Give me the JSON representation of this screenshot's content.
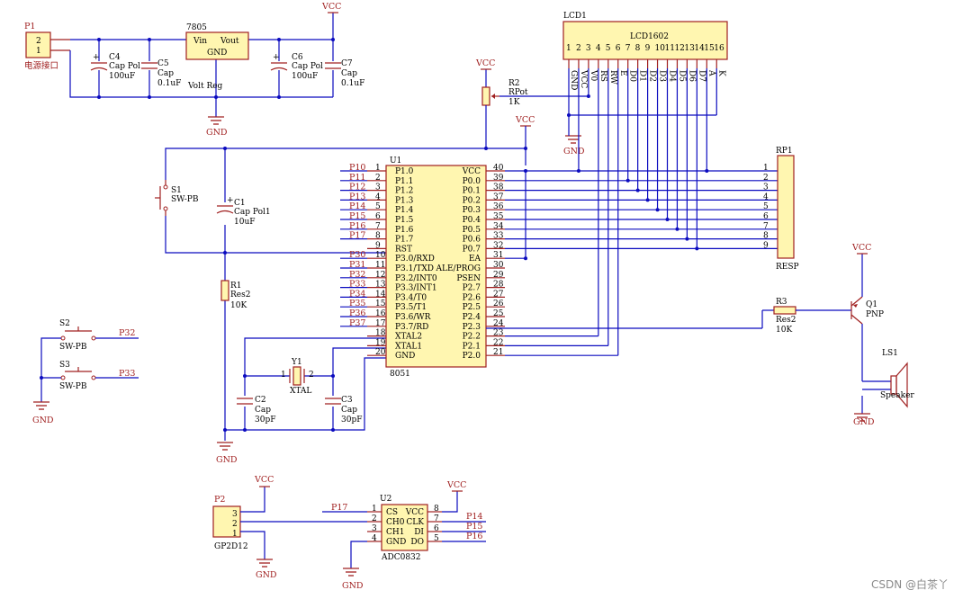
{
  "labels": {
    "p1_ref": "P1",
    "p1_name": "电源接口",
    "p1_pin2": "2",
    "p1_pin1": "1",
    "u7805_ref": "7805",
    "u7805_vin": "Vin",
    "u7805_vout": "Vout",
    "u7805_gnd": "GND",
    "u7805_name": "Volt Reg",
    "c4_ref": "C4",
    "c4_type": "Cap Pol1",
    "c4_val": "100uF",
    "c5_ref": "C5",
    "c5_type": "Cap",
    "c5_val": "0.1uF",
    "c6_ref": "C6",
    "c6_type": "Cap Pol1",
    "c6_val": "100uF",
    "c7_ref": "C7",
    "c7_type": "Cap",
    "c7_val": "0.1uF",
    "vcc": "VCC",
    "gnd": "GND",
    "lcd_ref": "LCD1",
    "lcd_name": "LCD1602",
    "lcd_pin_nums": [
      "1",
      "2",
      "3",
      "4",
      "5",
      "6",
      "7",
      "8",
      "9",
      "10",
      "11",
      "12",
      "13",
      "14",
      "15",
      "16"
    ],
    "lcd_pin_names": [
      "GND",
      "VCC",
      "V0",
      "RS",
      "RW",
      "E",
      "D0",
      "D1",
      "D2",
      "D3",
      "D4",
      "D5",
      "D6",
      "D7",
      "A",
      "K"
    ],
    "r2_ref": "R2",
    "r2_type": "RPot",
    "r2_val": "1K",
    "s1_ref": "S1",
    "s1_type": "SW-PB",
    "c1_ref": "C1",
    "c1_type": "Cap Pol1",
    "c1_val": "10uF",
    "r1_ref": "R1",
    "r1_type": "Res2",
    "r1_val": "10K",
    "y1_ref": "Y1",
    "y1_type": "XTAL",
    "y1_pin1": "1",
    "y1_pin2": "2",
    "c2_ref": "C2",
    "c2_type": "Cap",
    "c2_val": "30pF",
    "c3_ref": "C3",
    "c3_type": "Cap",
    "c3_val": "30pF",
    "s2_ref": "S2",
    "s2_type": "SW-PB",
    "s2_net": "P32",
    "s3_ref": "S3",
    "s3_type": "SW-PB",
    "s3_net": "P33",
    "u1_ref": "U1",
    "u1_name": "8051",
    "u1_left_nets": [
      "P10",
      "P11",
      "P12",
      "P13",
      "P14",
      "P15",
      "P16",
      "P17",
      "",
      "P30",
      "P31",
      "P32",
      "P33",
      "P34",
      "P35",
      "P36",
      "P37",
      "",
      "",
      ""
    ],
    "u1_left_nums": [
      "1",
      "2",
      "3",
      "4",
      "5",
      "6",
      "7",
      "8",
      "9",
      "10",
      "11",
      "12",
      "13",
      "14",
      "15",
      "16",
      "17",
      "18",
      "19",
      "20"
    ],
    "u1_left_names": [
      "P1.0",
      "P1.1",
      "P1.2",
      "P1.3",
      "P1.4",
      "P1.5",
      "P1.6",
      "P1.7",
      "RST",
      "P3.0/RXD",
      "P3.1/TXD",
      "P3.2/INT0",
      "P3.3/INT1",
      "P3.4/T0",
      "P3.5/T1",
      "P3.6/WR",
      "P3.7/RD",
      "XTAL2",
      "XTAL1",
      "GND"
    ],
    "u1_right_nums": [
      "40",
      "39",
      "38",
      "37",
      "36",
      "35",
      "34",
      "33",
      "32",
      "31",
      "30",
      "29",
      "28",
      "27",
      "26",
      "25",
      "24",
      "23",
      "22",
      "21"
    ],
    "u1_right_names": [
      "VCC",
      "P0.0",
      "P0.1",
      "P0.2",
      "P0.3",
      "P0.4",
      "P0.5",
      "P0.6",
      "P0.7",
      "EA",
      "ALE/PROG",
      "PSEN",
      "P2.7",
      "P2.6",
      "P2.5",
      "P2.4",
      "P2.3",
      "P2.2",
      "P2.1",
      "P2.0"
    ],
    "rp1_ref": "RP1",
    "rp1_name": "RESP",
    "rp1_pins": [
      "1",
      "2",
      "3",
      "4",
      "5",
      "6",
      "7",
      "8",
      "9"
    ],
    "r3_ref": "R3",
    "r3_type": "Res2",
    "r3_val": "10K",
    "q1_ref": "Q1",
    "q1_type": "PNP",
    "ls1_ref": "LS1",
    "ls1_type": "Speaker",
    "p2_ref": "P2",
    "p2_name": "GP2D12",
    "p2_pins": [
      "3",
      "2",
      "1"
    ],
    "u2_ref": "U2",
    "u2_name": "ADC0832",
    "u2_left_nums": [
      "1",
      "2",
      "3",
      "4"
    ],
    "u2_left_names": [
      "CS",
      "CH0",
      "CH1",
      "GND"
    ],
    "u2_right_nums": [
      "8",
      "7",
      "6",
      "5"
    ],
    "u2_right_names": [
      "VCC",
      "CLK",
      "DI",
      "DO"
    ],
    "u2_nets": [
      "P17",
      "P14",
      "P15",
      "P16"
    ]
  },
  "watermark": "CSDN @白茶丫",
  "colors": {
    "wire": "#0b0bbf",
    "component_fill": "#fff6b0",
    "component_stroke": "#a02020",
    "net_label": "#a02020"
  }
}
